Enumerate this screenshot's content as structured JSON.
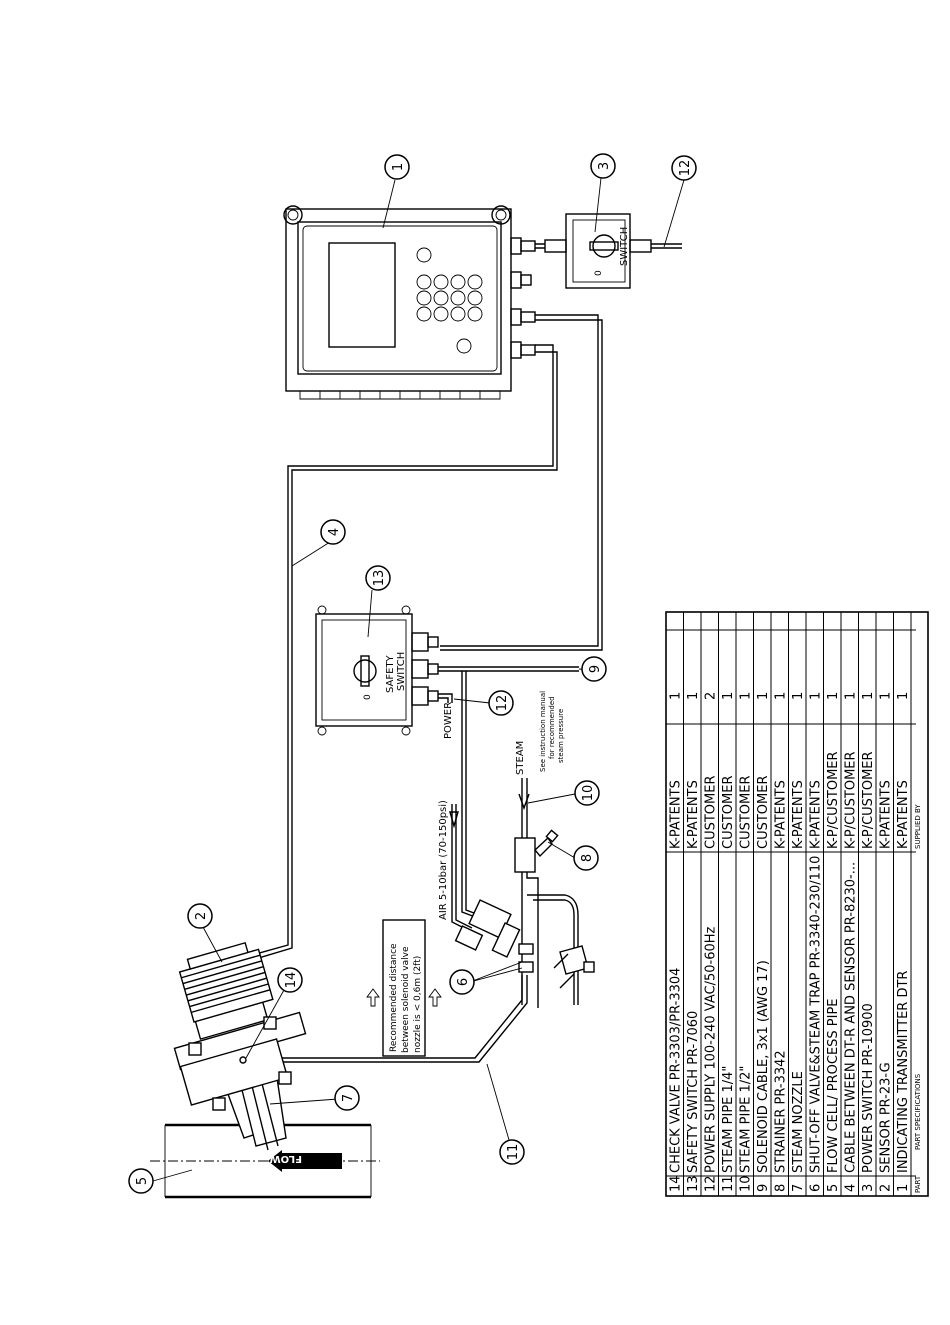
{
  "balloons": [
    "1",
    "2",
    "3",
    "4",
    "5",
    "6",
    "7",
    "8",
    "9",
    "10",
    "11",
    "12",
    "12",
    "13",
    "14"
  ],
  "labels": {
    "switch": "SWITCH",
    "zero": "0",
    "safety_switch_line1": "SAFETY",
    "safety_switch_line2": "SWITCH",
    "power": "POWER",
    "steam": "STEAM",
    "steam_note_line1": "See instruction manual",
    "steam_note_line2": "for recommended",
    "steam_note_line3": "steam pressure",
    "air": "AIR 5-10bar (70-150psi)",
    "recommend_line1": "Recommended distance",
    "recommend_line2": "between solenoid valve",
    "recommend_line3": "nozzle is < 0,6m (2ft)",
    "flow": "FLOW"
  },
  "parts_table": {
    "rows": [
      {
        "no": "14",
        "spec": "CHECK VALVE PR-3303/PR-3304",
        "supplier": "K-PATENTS",
        "qty": "1"
      },
      {
        "no": "13",
        "spec": "SAFETY SWITCH PR-7060",
        "supplier": "K-PATENTS",
        "qty": "1"
      },
      {
        "no": "12",
        "spec": "POWER SUPPLY 100-240 VAC/50-60Hz",
        "supplier": "CUSTOMER",
        "qty": "2"
      },
      {
        "no": "11",
        "spec": "STEAM PIPE 1/4\"",
        "supplier": "CUSTOMER",
        "qty": "1"
      },
      {
        "no": "10",
        "spec": "STEAM PIPE 1/2\"",
        "supplier": "CUSTOMER",
        "qty": "1"
      },
      {
        "no": "9",
        "spec": "SOLENOID CABLE, 3x1 (AWG 17)",
        "supplier": "CUSTOMER",
        "qty": "1"
      },
      {
        "no": "8",
        "spec": "STRAINER PR-3342",
        "supplier": "K-PATENTS",
        "qty": "1"
      },
      {
        "no": "7",
        "spec": "STEAM NOZZLE",
        "supplier": "K-PATENTS",
        "qty": "1"
      },
      {
        "no": "6",
        "spec": "SHUT-OFF VALVE&STEAM TRAP PR-3340-230/110",
        "supplier": "K-PATENTS",
        "qty": "1"
      },
      {
        "no": "5",
        "spec": "FLOW CELL/ PROCESS PIPE",
        "supplier": "K-P/CUSTOMER",
        "qty": "1"
      },
      {
        "no": "4",
        "spec": "CABLE BETWEEN DT-R AND SENSOR PR-8230-...",
        "supplier": "K-P/CUSTOMER",
        "qty": "1"
      },
      {
        "no": "3",
        "spec": "POWER SWITCH PR-10900",
        "supplier": "K-P/CUSTOMER",
        "qty": "1"
      },
      {
        "no": "2",
        "spec": "SENSOR PR-23-G",
        "supplier": "K-PATENTS",
        "qty": "1"
      },
      {
        "no": "1",
        "spec": "INDICATING TRANSMITTER DTR",
        "supplier": "K-PATENTS",
        "qty": "1"
      }
    ],
    "footer_part": "PART",
    "footer_spec": "PART SPECIFICATIONS",
    "footer_supplied": "SUPPLIED BY"
  }
}
